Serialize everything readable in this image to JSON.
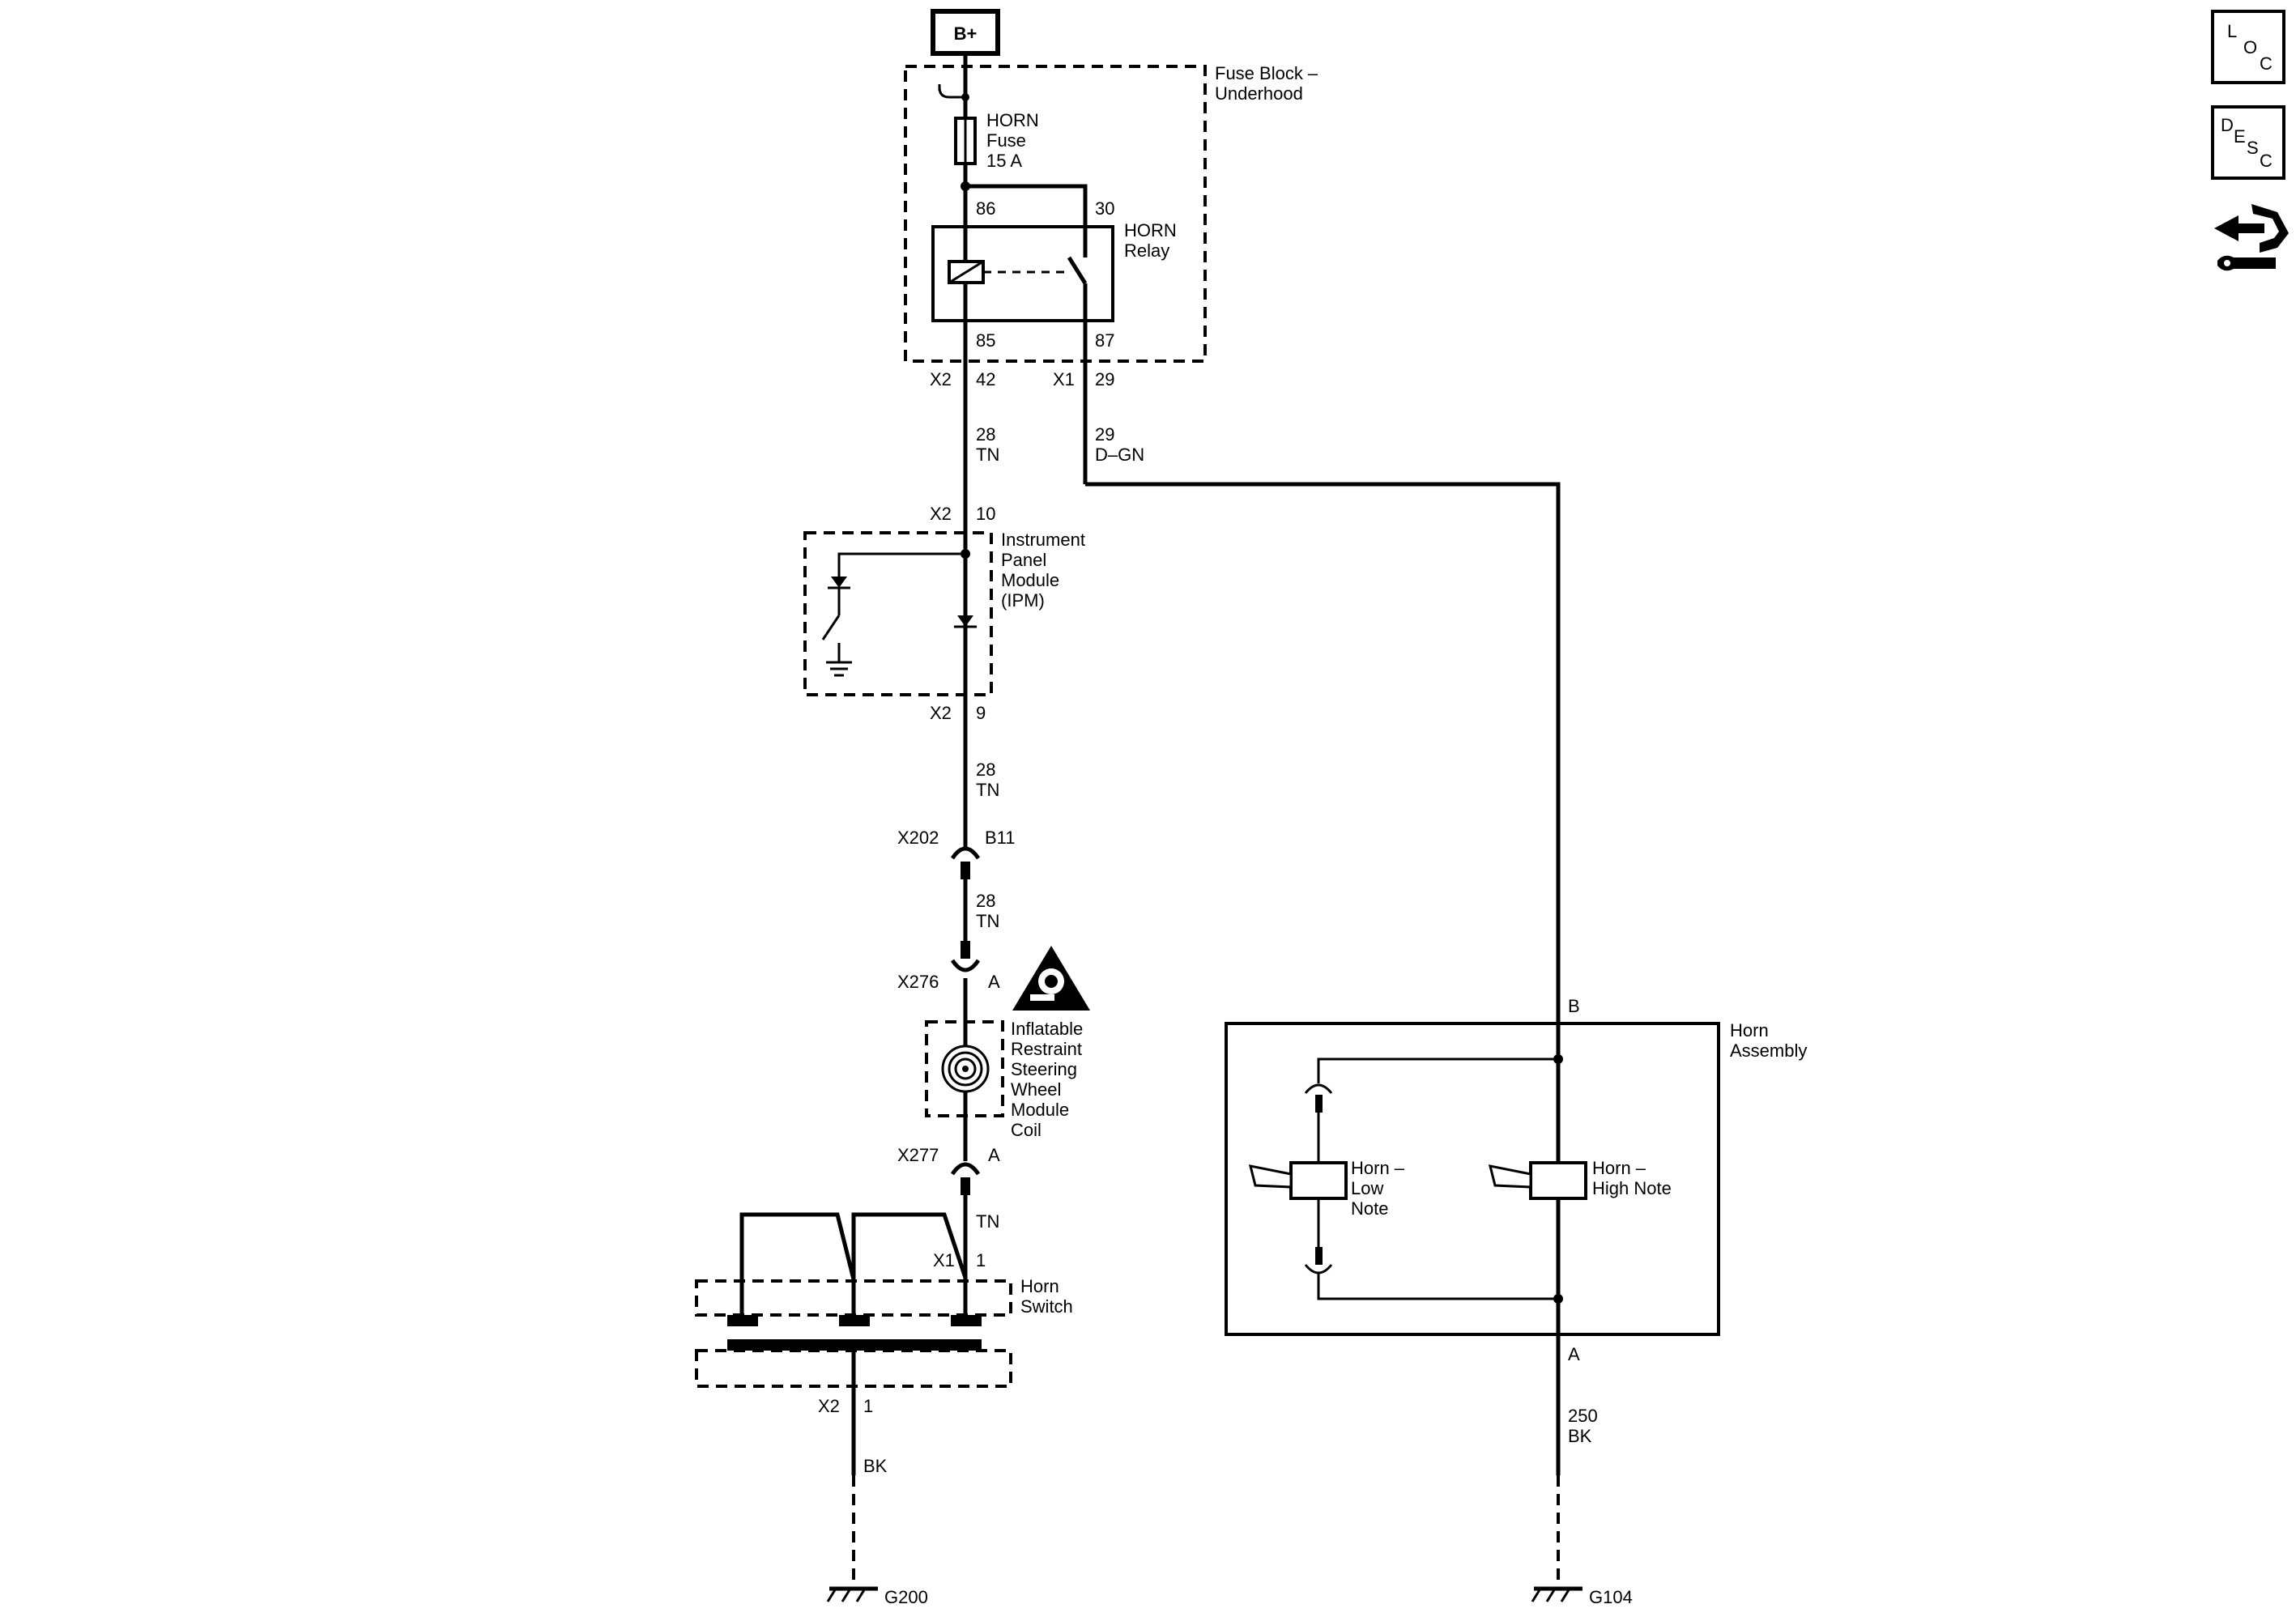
{
  "power": {
    "label": "B+"
  },
  "fuse_block": {
    "title_line1": "Fuse Block –",
    "title_line2": "Underhood"
  },
  "fuse": {
    "line1": "HORN",
    "line2": "Fuse",
    "line3": "15 A"
  },
  "relay": {
    "line1": "HORN",
    "line2": "Relay",
    "pin86": "86",
    "pin30": "30",
    "pin85": "85",
    "pin87": "87"
  },
  "fuse_block_connectors": {
    "x2": "X2",
    "x2_pin": "42",
    "x1": "X1",
    "x1_pin": "29"
  },
  "wire_28_tn": {
    "circuit": "28",
    "color": "TN"
  },
  "wire_29_dgn": {
    "circuit": "29",
    "color": "D–GN"
  },
  "ipm": {
    "line1": "Instrument",
    "line2": "Panel",
    "line3": "Module",
    "line4": "(IPM)",
    "top_conn": "X2",
    "top_pin": "10",
    "bottom_conn": "X2",
    "bottom_pin": "9"
  },
  "x202": {
    "name": "X202",
    "pin": "B11"
  },
  "x276": {
    "name": "X276",
    "pin": "A"
  },
  "x277": {
    "name": "X277",
    "pin": "A"
  },
  "steering_coil": {
    "line1": "Inflatable",
    "line2": "Restraint",
    "line3": "Steering",
    "line4": "Wheel",
    "line5": "Module",
    "line6": "Coil"
  },
  "horn_switch": {
    "line1": "Horn",
    "line2": "Switch",
    "top_conn": "X1",
    "top_pin": "1",
    "bottom_conn": "X2",
    "bottom_pin": "1",
    "wire_color": "TN"
  },
  "ground_left": {
    "wire_color": "BK",
    "name": "G200"
  },
  "horn_assembly": {
    "line1": "Horn",
    "line2": "Assembly",
    "pin_b": "B",
    "pin_a": "A",
    "low_note": {
      "line1": "Horn –",
      "line2": "Low",
      "line3": "Note"
    },
    "high_note": {
      "line1": "Horn –",
      "line2": "High Note"
    }
  },
  "wire_250_bk": {
    "circuit": "250",
    "color": "BK"
  },
  "ground_right": {
    "name": "G104"
  },
  "side_buttons": {
    "loc": {
      "l1": "L",
      "l2": "O",
      "l3": "C"
    },
    "desc": {
      "l1": "D",
      "l2": "E",
      "l3": "S",
      "l4": "C"
    }
  }
}
